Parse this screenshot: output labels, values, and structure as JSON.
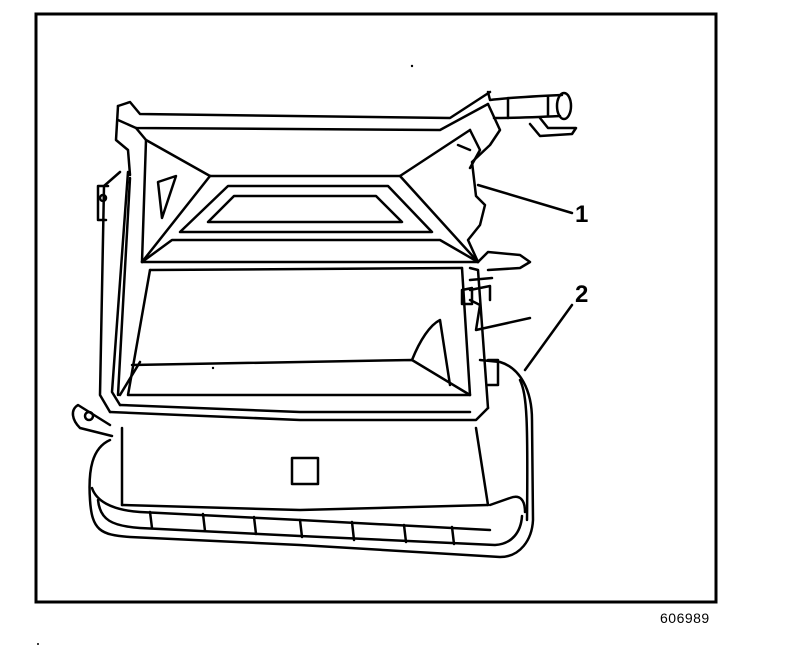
{
  "figure": {
    "callouts": [
      {
        "label": "1"
      },
      {
        "label": "2"
      }
    ],
    "figure_id": "606989"
  }
}
